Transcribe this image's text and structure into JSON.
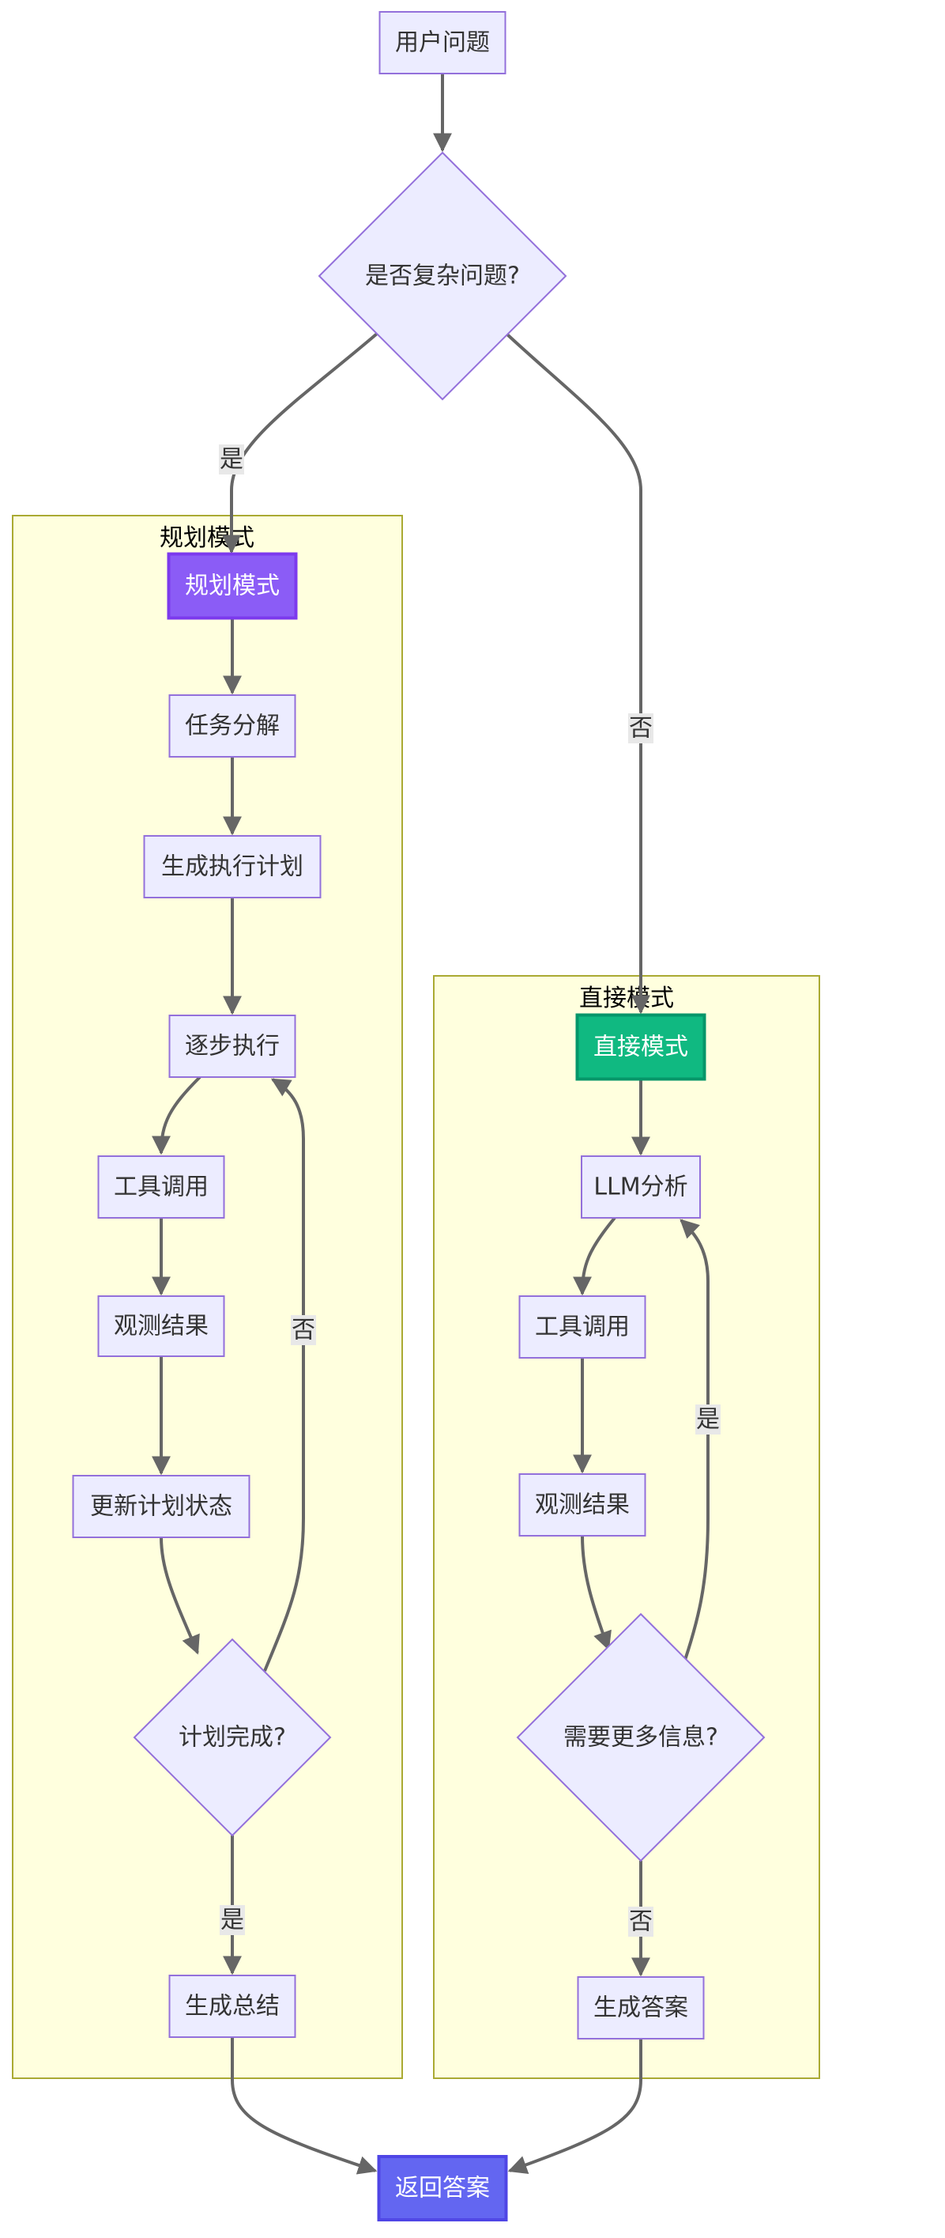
{
  "diagram": {
    "type": "flowchart",
    "subgraphs": {
      "planning": {
        "title": "规划模式"
      },
      "direct": {
        "title": "直接模式"
      }
    },
    "nodes": {
      "user_question": {
        "label": "用户问题",
        "shape": "rect"
      },
      "is_complex": {
        "label": "是否复杂问题?",
        "shape": "diamond"
      },
      "planning_mode": {
        "label": "规划模式",
        "shape": "rect",
        "fill": "#8b5cf6",
        "stroke": "#7c3aed",
        "text_color": "#ffffff"
      },
      "task_decompose": {
        "label": "任务分解",
        "shape": "rect"
      },
      "gen_plan": {
        "label": "生成执行计划",
        "shape": "rect"
      },
      "step_exec": {
        "label": "逐步执行",
        "shape": "rect"
      },
      "tool_call_p": {
        "label": "工具调用",
        "shape": "rect"
      },
      "observe_p": {
        "label": "观测结果",
        "shape": "rect"
      },
      "update_plan": {
        "label": "更新计划状态",
        "shape": "rect"
      },
      "plan_done": {
        "label": "计划完成?",
        "shape": "diamond"
      },
      "gen_summary": {
        "label": "生成总结",
        "shape": "rect"
      },
      "direct_mode": {
        "label": "直接模式",
        "shape": "rect",
        "fill": "#10b981",
        "stroke": "#059669",
        "text_color": "#ffffff"
      },
      "llm_analyze": {
        "label": "LLM分析",
        "shape": "rect"
      },
      "tool_call_d": {
        "label": "工具调用",
        "shape": "rect"
      },
      "observe_d": {
        "label": "观测结果",
        "shape": "rect"
      },
      "need_more": {
        "label": "需要更多信息?",
        "shape": "diamond"
      },
      "gen_answer": {
        "label": "生成答案",
        "shape": "rect"
      },
      "return_answer": {
        "label": "返回答案",
        "shape": "rect",
        "fill": "#6366f1",
        "stroke": "#4f46e5",
        "text_color": "#ffffff"
      }
    },
    "edges": [
      {
        "from": "user_question",
        "to": "is_complex",
        "label": ""
      },
      {
        "from": "is_complex",
        "to": "planning_mode",
        "label": "是"
      },
      {
        "from": "is_complex",
        "to": "direct_mode",
        "label": "否"
      },
      {
        "from": "planning_mode",
        "to": "task_decompose",
        "label": ""
      },
      {
        "from": "task_decompose",
        "to": "gen_plan",
        "label": ""
      },
      {
        "from": "gen_plan",
        "to": "step_exec",
        "label": ""
      },
      {
        "from": "step_exec",
        "to": "tool_call_p",
        "label": ""
      },
      {
        "from": "tool_call_p",
        "to": "observe_p",
        "label": ""
      },
      {
        "from": "observe_p",
        "to": "update_plan",
        "label": ""
      },
      {
        "from": "update_plan",
        "to": "plan_done",
        "label": ""
      },
      {
        "from": "plan_done",
        "to": "step_exec",
        "label": "否"
      },
      {
        "from": "plan_done",
        "to": "gen_summary",
        "label": "是"
      },
      {
        "from": "direct_mode",
        "to": "llm_analyze",
        "label": ""
      },
      {
        "from": "llm_analyze",
        "to": "tool_call_d",
        "label": ""
      },
      {
        "from": "tool_call_d",
        "to": "observe_d",
        "label": ""
      },
      {
        "from": "observe_d",
        "to": "need_more",
        "label": ""
      },
      {
        "from": "need_more",
        "to": "llm_analyze",
        "label": "是"
      },
      {
        "from": "need_more",
        "to": "gen_answer",
        "label": "否"
      },
      {
        "from": "gen_summary",
        "to": "return_answer",
        "label": ""
      },
      {
        "from": "gen_answer",
        "to": "return_answer",
        "label": ""
      }
    ]
  }
}
